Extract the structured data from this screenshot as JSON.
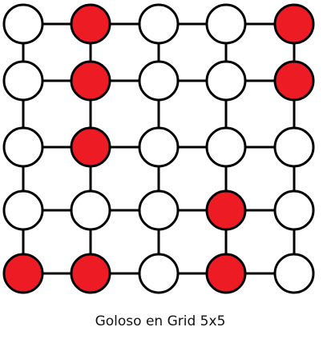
{
  "caption": "Goloso en Grid 5x5",
  "grid": {
    "rows": 5,
    "cols": 5,
    "colors": {
      "selected": "#ed1c24",
      "unselected": "#ffffff",
      "stroke": "#000000"
    },
    "selected": [
      [
        0,
        1,
        0,
        0,
        1
      ],
      [
        0,
        1,
        0,
        0,
        1
      ],
      [
        0,
        1,
        0,
        0,
        0
      ],
      [
        0,
        0,
        0,
        1,
        0
      ],
      [
        1,
        1,
        0,
        1,
        0
      ]
    ]
  }
}
